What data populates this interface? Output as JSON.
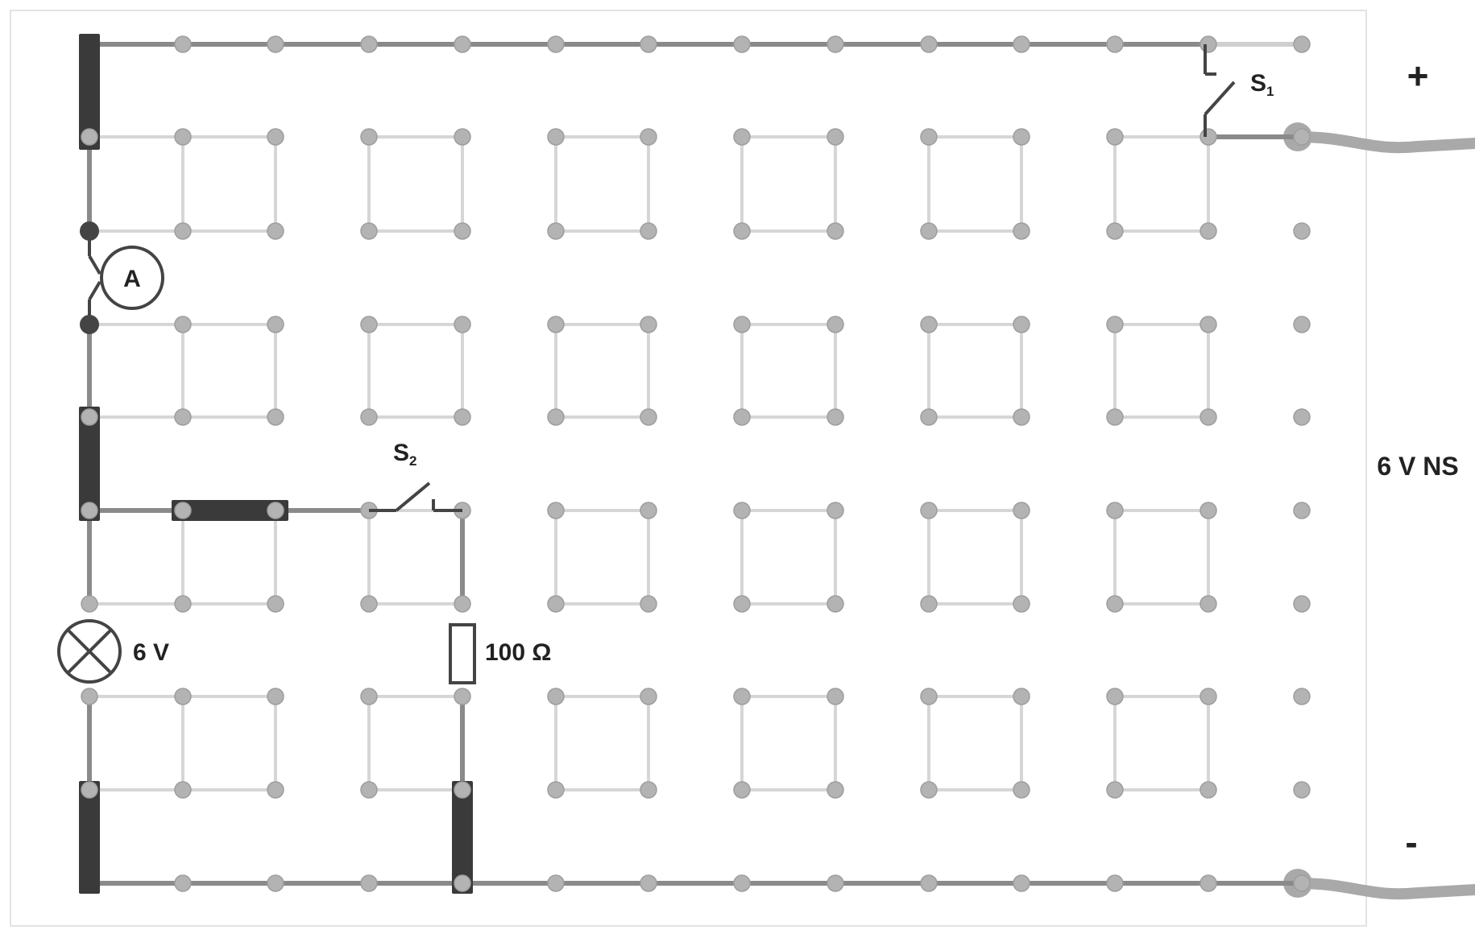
{
  "labels": {
    "switch1": "S",
    "switch1_sub": "1",
    "switch2": "S",
    "switch2_sub": "2",
    "ammeter": "A",
    "lamp": "6 V",
    "resistor": "100 Ω",
    "supply": "6 V NS",
    "plus": "+",
    "minus": "-"
  },
  "colors": {
    "wire": "#8a8a8a",
    "grid": "#d6d6d6",
    "node": "#b3b3b3",
    "block": "#3a3a3a",
    "cable": "#a9a9a9",
    "text": "#222222"
  },
  "icons": {
    "ammeter": "ammeter-symbol",
    "lamp": "lamp-symbol",
    "resistor": "resistor-symbol",
    "switch": "open-switch-symbol"
  }
}
